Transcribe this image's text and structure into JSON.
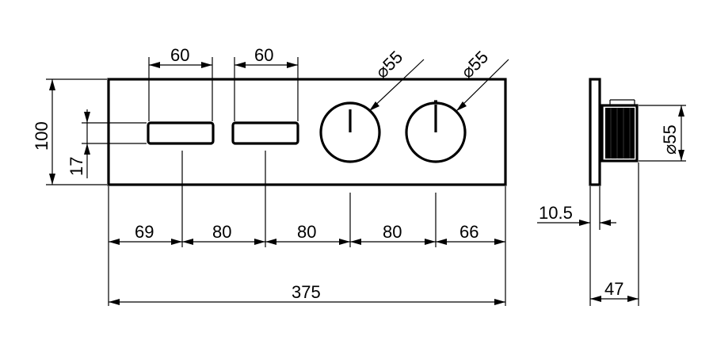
{
  "front_view": {
    "button_width": "60",
    "button_width_2": "60",
    "knob_diameter_1": "55",
    "knob_diameter_2": "55",
    "height": "100",
    "button_height": "17",
    "offsets": [
      "69",
      "80",
      "80",
      "80",
      "66"
    ],
    "total_width": "375"
  },
  "side_view": {
    "knob_diameter": "55",
    "plate_thickness": "10.5",
    "total_depth": "47"
  },
  "symbols": {
    "diameter": "⌀"
  }
}
